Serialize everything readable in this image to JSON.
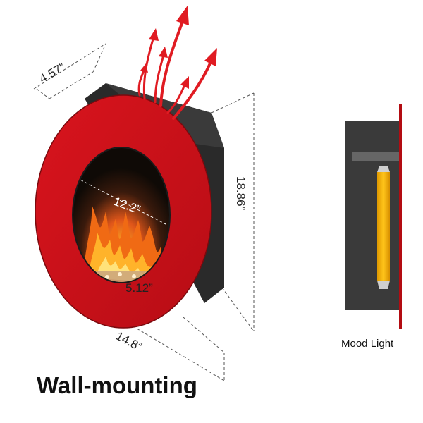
{
  "dimensions": {
    "depth": "4.57”",
    "height": "18.86”",
    "width": "14.8”",
    "inner_diameter": "12.2”",
    "inner_offset": "5.12”"
  },
  "captions": {
    "main": "Wall-mounting",
    "side": "Mood Light"
  },
  "colors": {
    "frame_red": "#d0121b",
    "body_dark": "#2d2d2d",
    "heat_arrow_red": "#e01b22",
    "mood_light_yellow": "#f5b400",
    "wall_line": "#b30c12"
  },
  "icons": {
    "heat": "heat-arrows-icon",
    "flame": "flame-icon",
    "light": "mood-light-tube-icon"
  }
}
